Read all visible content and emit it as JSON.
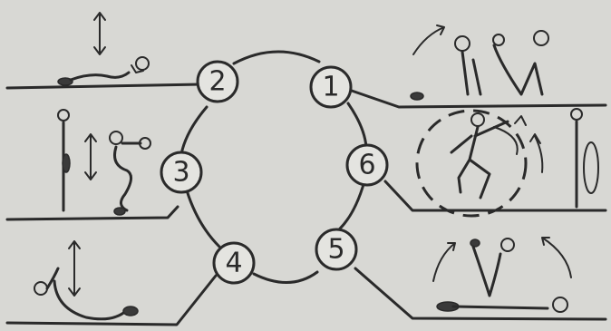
{
  "stations": [
    {
      "label": "1"
    },
    {
      "label": "2"
    },
    {
      "label": "3"
    },
    {
      "label": "4"
    },
    {
      "label": "5"
    },
    {
      "label": "6"
    }
  ],
  "colors": {
    "background": "#d8d8d4",
    "ink": "#2a2a2a"
  },
  "icons": [
    "double-arrow-icon",
    "curved-arrow-icon",
    "stick-figure-icon"
  ]
}
